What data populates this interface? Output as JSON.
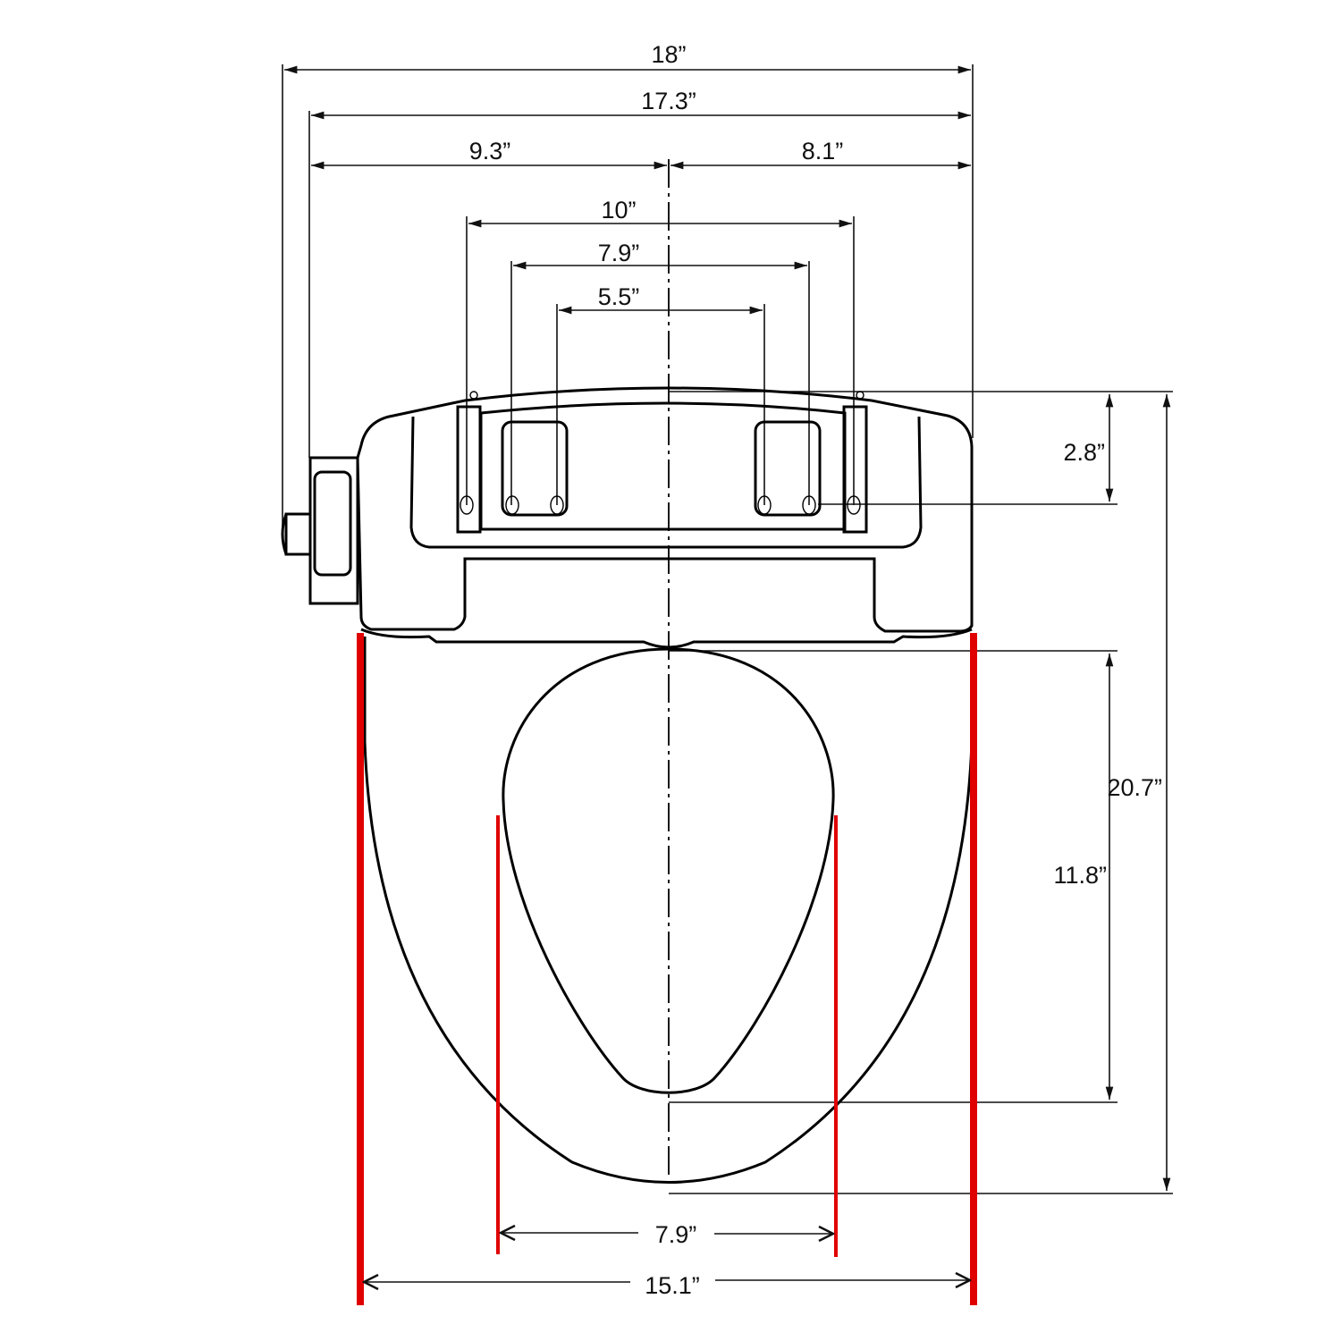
{
  "diagram": {
    "title": "Toilet seat dimension drawing (top view)",
    "accent_color": "#e00000",
    "line_color": "#000000"
  },
  "dimensions": {
    "overall_width": {
      "label": "18”",
      "value_in": 18
    },
    "body_width": {
      "label": "17.3”",
      "value_in": 17.3
    },
    "left_to_center": {
      "label": "9.3”",
      "value_in": 9.3
    },
    "center_to_right": {
      "label": "8.1”",
      "value_in": 8.1
    },
    "outer_bolt_span": {
      "label": "10”",
      "value_in": 10
    },
    "middle_bolt_span": {
      "label": "7.9”",
      "value_in": 7.9
    },
    "inner_bolt_span": {
      "label": "5.5”",
      "value_in": 5.5
    },
    "front_to_bolt": {
      "label": "2.8”",
      "value_in": 2.8
    },
    "overall_length": {
      "label": "20.7”",
      "value_in": 20.7
    },
    "opening_length": {
      "label": "11.8”",
      "value_in": 11.8
    },
    "opening_width": {
      "label": "7.9”",
      "value_in": 7.9
    },
    "seat_width": {
      "label": "15.1”",
      "value_in": 15.1
    }
  }
}
